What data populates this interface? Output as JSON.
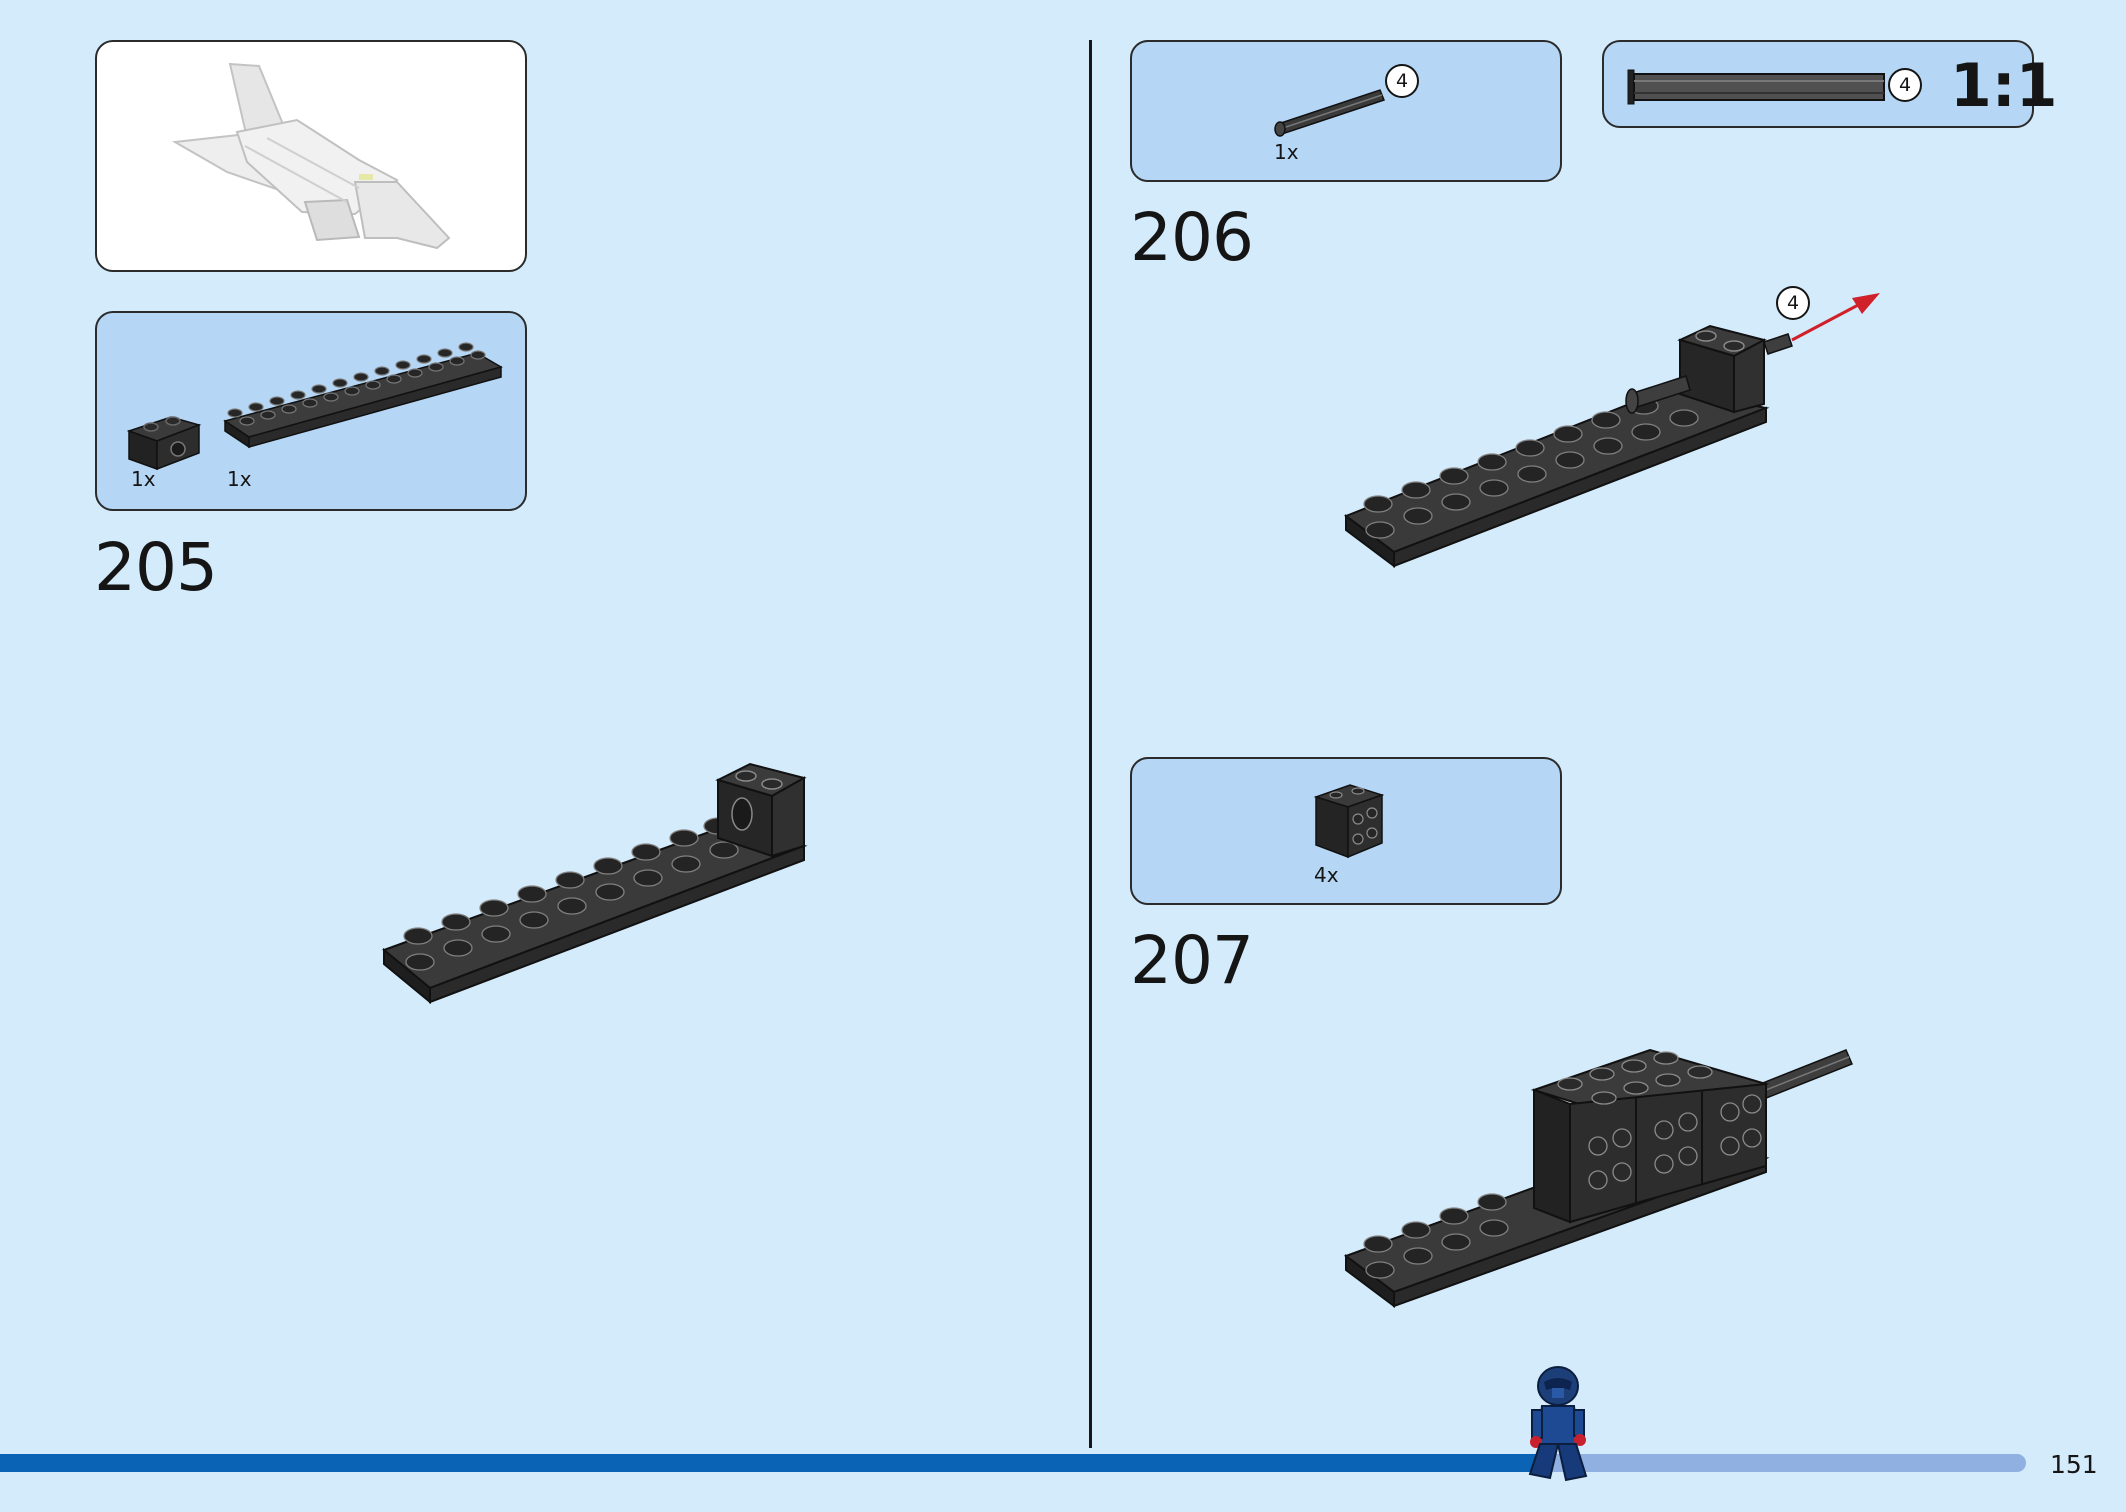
{
  "left_page": {
    "step_205": {
      "number": "205",
      "parts": [
        {
          "quantity": "1x",
          "part": "technic brick 1x2 with hole",
          "color": "#1f1f1f"
        },
        {
          "quantity": "1x",
          "part": "plate 2x12",
          "color": "#2a2a2a"
        }
      ]
    }
  },
  "right_page": {
    "step_206": {
      "number": "206",
      "parts": [
        {
          "quantity": "1x",
          "part": "technic axle 4",
          "callout": "4"
        }
      ],
      "scale_callout": "4",
      "scale_label": "1:1",
      "model_callout": "4"
    },
    "step_207": {
      "number": "207",
      "parts": [
        {
          "quantity": "4x",
          "part": "brick 2x2 with studs on side"
        }
      ]
    }
  },
  "footer": {
    "page_number": "151",
    "progress": 0.76
  },
  "colors": {
    "background": "#d4ebfb",
    "parts_box": "#b5d7f5",
    "progress_fill": "#0b63b6",
    "progress_track": "#8fb0e0",
    "arrow": "#d0202a"
  }
}
